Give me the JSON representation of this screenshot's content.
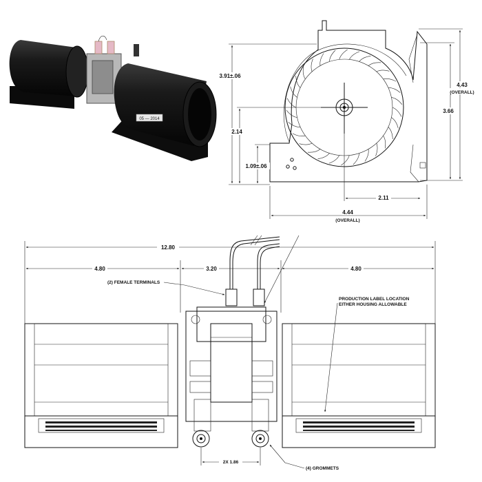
{
  "end_view": {
    "dims": {
      "height_upper": "3.91±.06",
      "overall_height_value": "4.43",
      "overall_height_unit": "(OVERALL)",
      "inner_height": "3.66",
      "center_height": "2.14",
      "mount_height": "1.09±.06",
      "hub_offset": "2.11",
      "overall_width_value": "4.44",
      "overall_width_unit": "(OVERALL)"
    }
  },
  "front_view": {
    "dims": {
      "overall_length": "12.80",
      "left_housing": "4.80",
      "motor_section": "3.20",
      "right_housing": "4.80",
      "grommet_spacing": "2X 1.86"
    },
    "callouts": {
      "terminals": "(2) FEMALE TERMINALS",
      "label_location_line1": "PRODUCTION LABEL LOCATION",
      "label_location_line2": "EITHER HOUSING ALLOWABLE",
      "grommets": "(4) GROMMETS"
    }
  },
  "photo": {
    "label_text": "05 — 2014"
  },
  "colors": {
    "line": "#111111",
    "blower_body": "#141414",
    "motor_frame": "#9a9a9a",
    "terminal_pink": "#d9a3b3"
  }
}
